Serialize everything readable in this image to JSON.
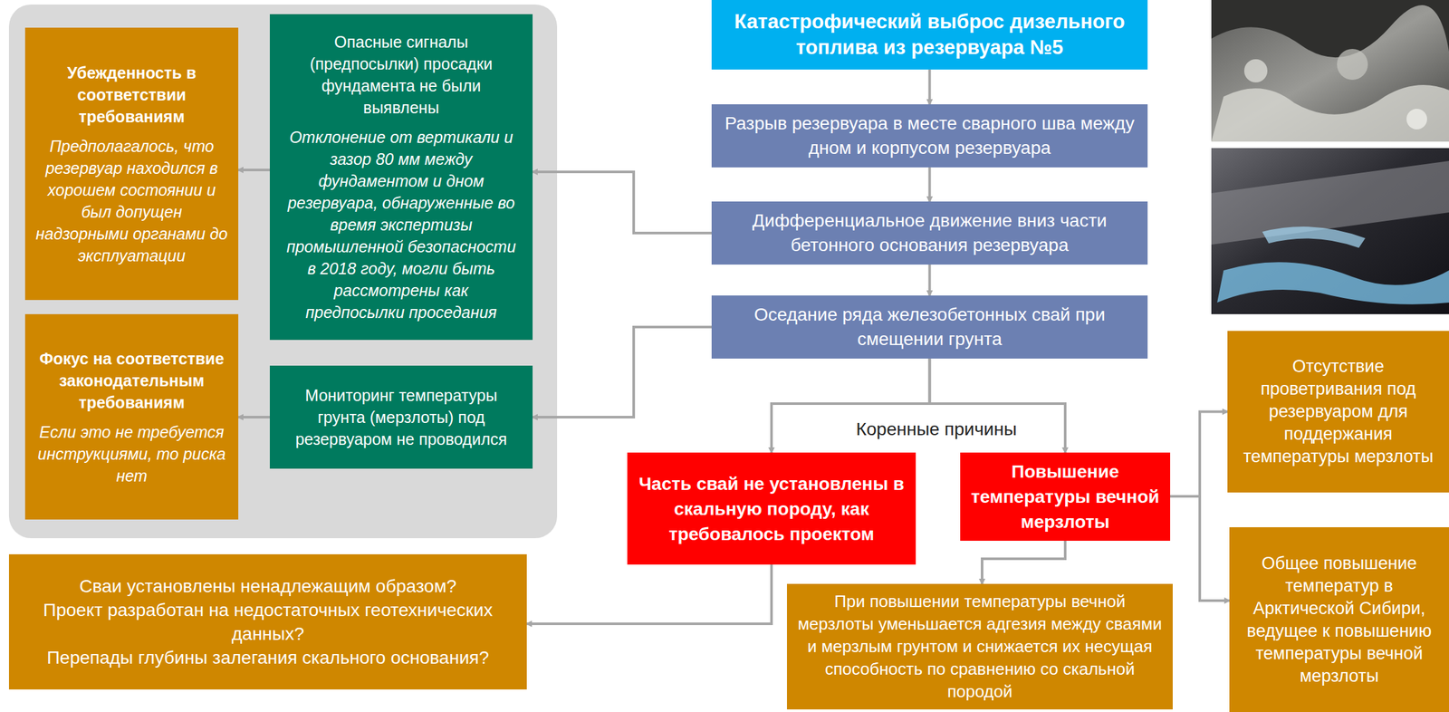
{
  "diagram": {
    "nodes": [
      {
        "text": [
          "Катастрофический выброс дизельного топлива из резервуара №5"
        ]
      },
      {
        "text": [
          "Разрыв резервуара в месте сварного шва между дном и корпусом резервуара"
        ]
      },
      {
        "text": [
          "Дифференциальное движение вниз части бетонного основания резервуара"
        ]
      },
      {
        "text": [
          "Оседание ряда железобетонных свай при смещении грунта"
        ]
      },
      {
        "text": [
          "Опасные сигналы (предпосылки) просадки фундамента не были выявлены",
          "Отклонение от вертикали и зазор 80 мм между фундаментом и дном резервуара, обнаруженные во время экспертизы промышленной безопасности в 2018 году, могли быть рассмотрены как предпосылки проседания"
        ]
      },
      {
        "text": [
          "Мониторинг температуры грунта (мерзлоты) под резервуаром не проводился"
        ]
      },
      {
        "text": [
          "Убежденность в соответствии требованиям",
          "Предполагалось, что резервуар находился в хорошем состоянии и был допущен надзорными органами до эксплуатации"
        ]
      },
      {
        "text": [
          "Фокус на соответствие законодательным требованиям",
          "Если это не требуется инструкциями, то риска нет"
        ]
      },
      {
        "text": [
          "Часть свай не установлены в скальную породу, как требовалось проектом"
        ]
      },
      {
        "text": [
          "Повышение температуры вечной мерзлоты"
        ]
      },
      {
        "text": [
          "Сваи установлены ненадлежащим образом?",
          "Проект разработан на недостаточных геотехнических данных?",
          "Перепады глубины залегания скального основания?"
        ]
      },
      {
        "text": [
          "При повышении температуры вечной мерзлоты уменьшается адгезия между сваями и мерзлым грунтом и снижается их несущая способность по сравнению со скальной породой"
        ]
      },
      {
        "text": [
          "Отсутствие проветривания под резервуаром для поддержания температуры мерзлоты"
        ]
      },
      {
        "text": [
          "Общее повышение температур в Арктической Сибири, ведущее к повышению температуры вечной мерзлоты"
        ]
      }
    ],
    "edges": [
      {
        "from": 0,
        "to": 1,
        "arrow": "to"
      },
      {
        "from": 1,
        "to": 2,
        "arrow": "to"
      },
      {
        "from": 2,
        "to": 3,
        "arrow": "to"
      },
      {
        "from": 2,
        "to": 4,
        "arrow": "to"
      },
      {
        "from": 3,
        "to": 5,
        "arrow": "to"
      },
      {
        "from": 4,
        "to": 6,
        "arrow": "to"
      },
      {
        "from": 5,
        "to": 7,
        "arrow": "to"
      },
      {
        "from": 3,
        "to": 8,
        "arrow": "to"
      },
      {
        "from": 3,
        "to": 9,
        "arrow": "to"
      },
      {
        "from": 8,
        "to": 10,
        "arrow": "to"
      },
      {
        "from": 9,
        "to": 11,
        "arrow": "to"
      },
      {
        "from": 9,
        "to": 12,
        "arrow": "to"
      },
      {
        "from": 9,
        "to": 13,
        "arrow": "to"
      }
    ],
    "labels": [
      "Коренные причины"
    ]
  }
}
